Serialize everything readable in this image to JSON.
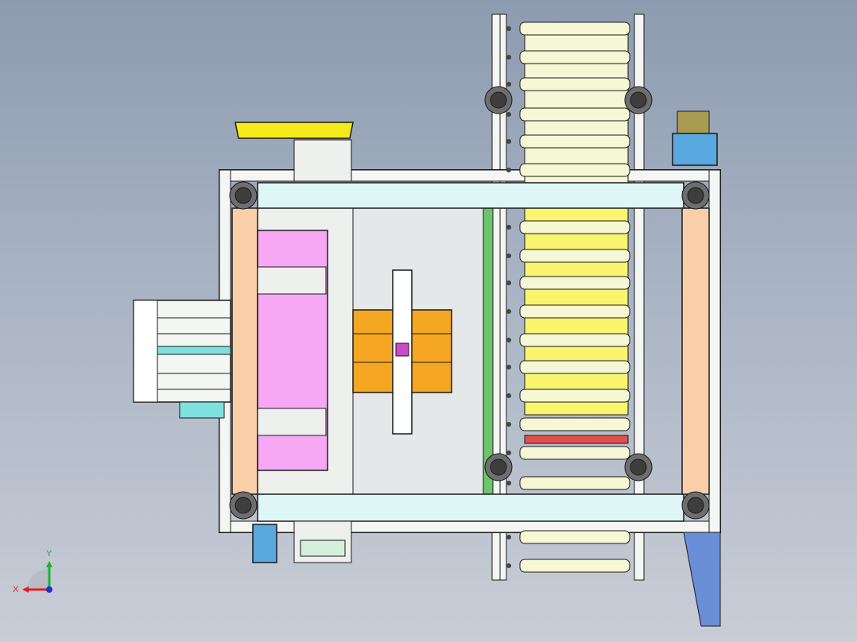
{
  "viewport": {
    "background_top": "#8d9bb0",
    "background_bottom": "#c9cdd6"
  },
  "model": {
    "view": "top",
    "colors": {
      "frame": "#f4f6f4",
      "stroke": "#1a1a1a",
      "cyan_beam": "#dff6f6",
      "peach_post": "#f8cfa8",
      "magenta_plate": "#f7a8f4",
      "orange_platform": "#f5a623",
      "yellow_bar": "#f5eb1a",
      "roller": "#f6f7d4",
      "yellow_zone": "#f9f56e",
      "blue_motor": "#5aa8e0",
      "gray_plate": "#e4e8e8",
      "green_rail": "#6cc46c",
      "wheel": "#6e6e6e"
    }
  },
  "triad": {
    "x_label": "X",
    "y_label": "Y",
    "x_color": "#e0201e",
    "y_color": "#1fb12c",
    "z_color": "#2030d0"
  }
}
